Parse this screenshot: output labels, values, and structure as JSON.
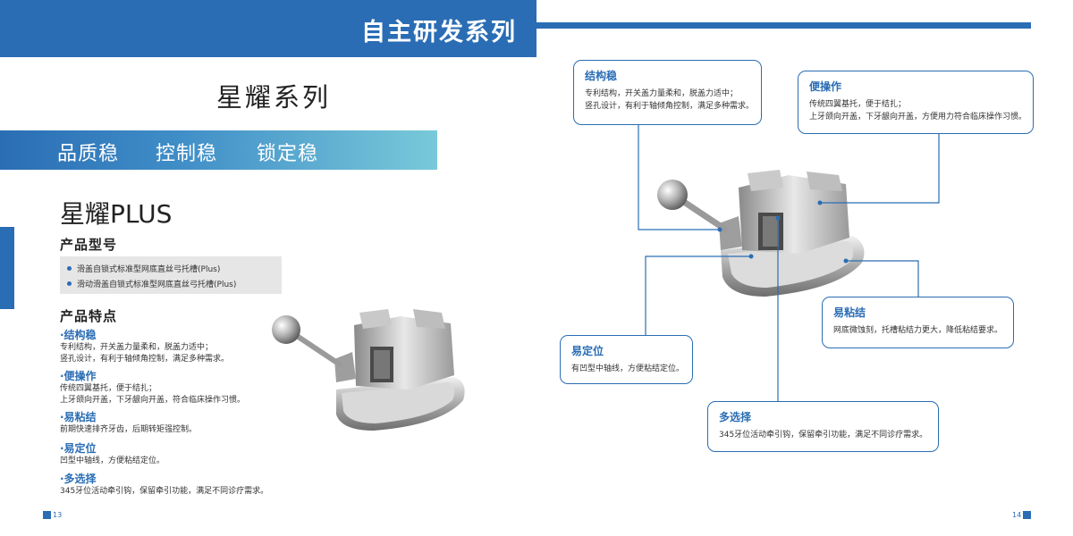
{
  "header": {
    "title": "自主研发系列"
  },
  "series_title": "星耀系列",
  "slogans": [
    "品质稳",
    "控制稳",
    "锁定稳"
  ],
  "product": {
    "name": "星耀PLUS",
    "model_heading": "产品型号",
    "models": [
      "滑盖自锁式标准型网底直丝弓托槽(Plus)",
      "滑动滑盖自锁式标准型网底直丝弓托槽(Plus)"
    ],
    "features_heading": "产品特点",
    "features": [
      {
        "title": "·结构稳",
        "lines": [
          "专利结构，开关盖力量柔和，脱盖力适中；",
          "竖孔设计，有利于轴倾角控制，满足多种需求。"
        ]
      },
      {
        "title": "·便操作",
        "lines": [
          "传统四翼基托，便于结扎；",
          "上牙颌向开盖，下牙龈向开盖，符合临床操作习惯。"
        ]
      },
      {
        "title": "·易粘结",
        "lines": [
          "前期快速排齐牙齿，后期转矩强控制。"
        ]
      },
      {
        "title": "·易定位",
        "lines": [
          "凹型中轴线，方便粘结定位。"
        ]
      },
      {
        "title": "·多选择",
        "lines": [
          "345牙位活动牵引钩，保留牵引功能，满足不同诊疗需求。"
        ]
      }
    ]
  },
  "callouts": {
    "structure": {
      "title": "结构稳",
      "lines": [
        "专利结构，开关盖力量柔和，脱盖力适中；",
        "竖孔设计，有利于轴倾角控制，满足多种需求。"
      ]
    },
    "operation": {
      "title": "便操作",
      "lines": [
        "传统四翼基托，便于结扎；",
        "上牙颌向开盖，下牙龈向开盖，方便用力符合临床操作习惯。"
      ]
    },
    "bonding": {
      "title": "易粘结",
      "lines": [
        "网底微蚀刻，托槽粘结力更大，降低粘结要求。"
      ]
    },
    "positioning": {
      "title": "易定位",
      "lines": [
        "有凹型中轴线，方便粘结定位。"
      ]
    },
    "options": {
      "title": "多选择",
      "lines": [
        "345牙位活动牵引钩，保留牵引功能，满足不同诊疗需求。"
      ]
    }
  },
  "pages": {
    "left": "13",
    "right": "14"
  },
  "colors": {
    "brand_blue": "#2a6db4",
    "gradient_end": "#79c9da",
    "model_box": "#e6e6e6"
  }
}
